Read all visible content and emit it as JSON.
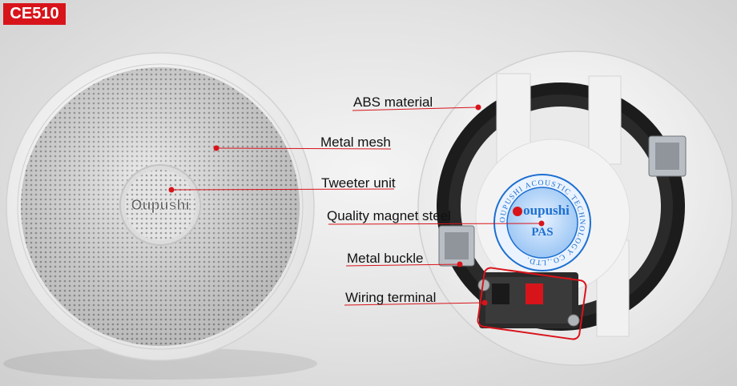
{
  "model_badge": "CE510",
  "front_logo": "Oupushi",
  "back_label": {
    "logo": "oupushi",
    "sub": "PAS",
    "ring_text": "OUPUSHI ACOUSTIC TECHNOLOGY CO.,LTD."
  },
  "callouts": {
    "abs": "ABS material",
    "mesh": "Metal mesh",
    "tweeter": "Tweeter unit",
    "magnet": "Quality magnet steel",
    "buckle": "Metal buckle",
    "terminal": "Wiring terminal"
  },
  "colors": {
    "accent_red": "#d8141b",
    "label_blue": "#1d6fd0"
  }
}
